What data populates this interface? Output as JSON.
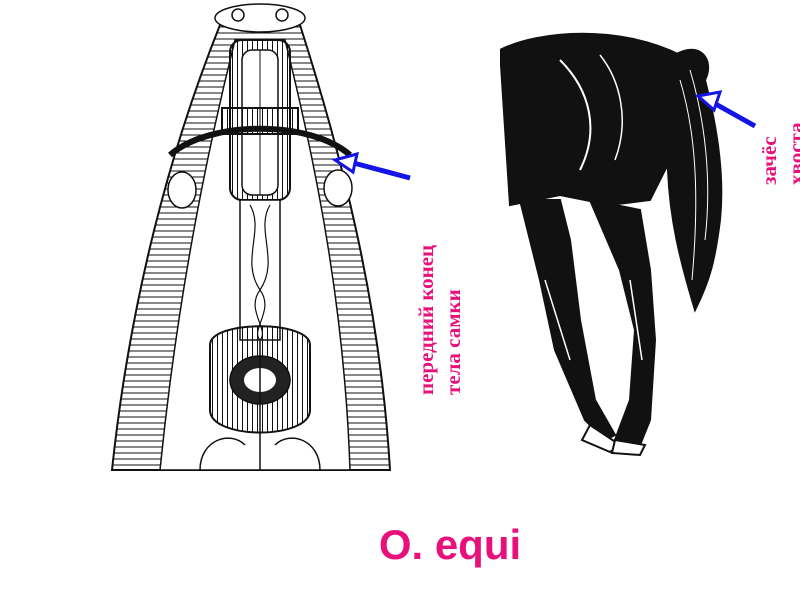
{
  "labels": {
    "worm_line1": "передний конец",
    "worm_line2": "тела самки",
    "horse_line1": "зачёс",
    "horse_line2": "хвоста"
  },
  "title": "O. equi",
  "colors": {
    "accent": "#e8107a",
    "arrow": "#1414e6",
    "ink": "#111111"
  },
  "icons": {
    "worm_arrow": "arrow-pointer-icon",
    "horse_arrow": "arrow-pointer-icon"
  }
}
